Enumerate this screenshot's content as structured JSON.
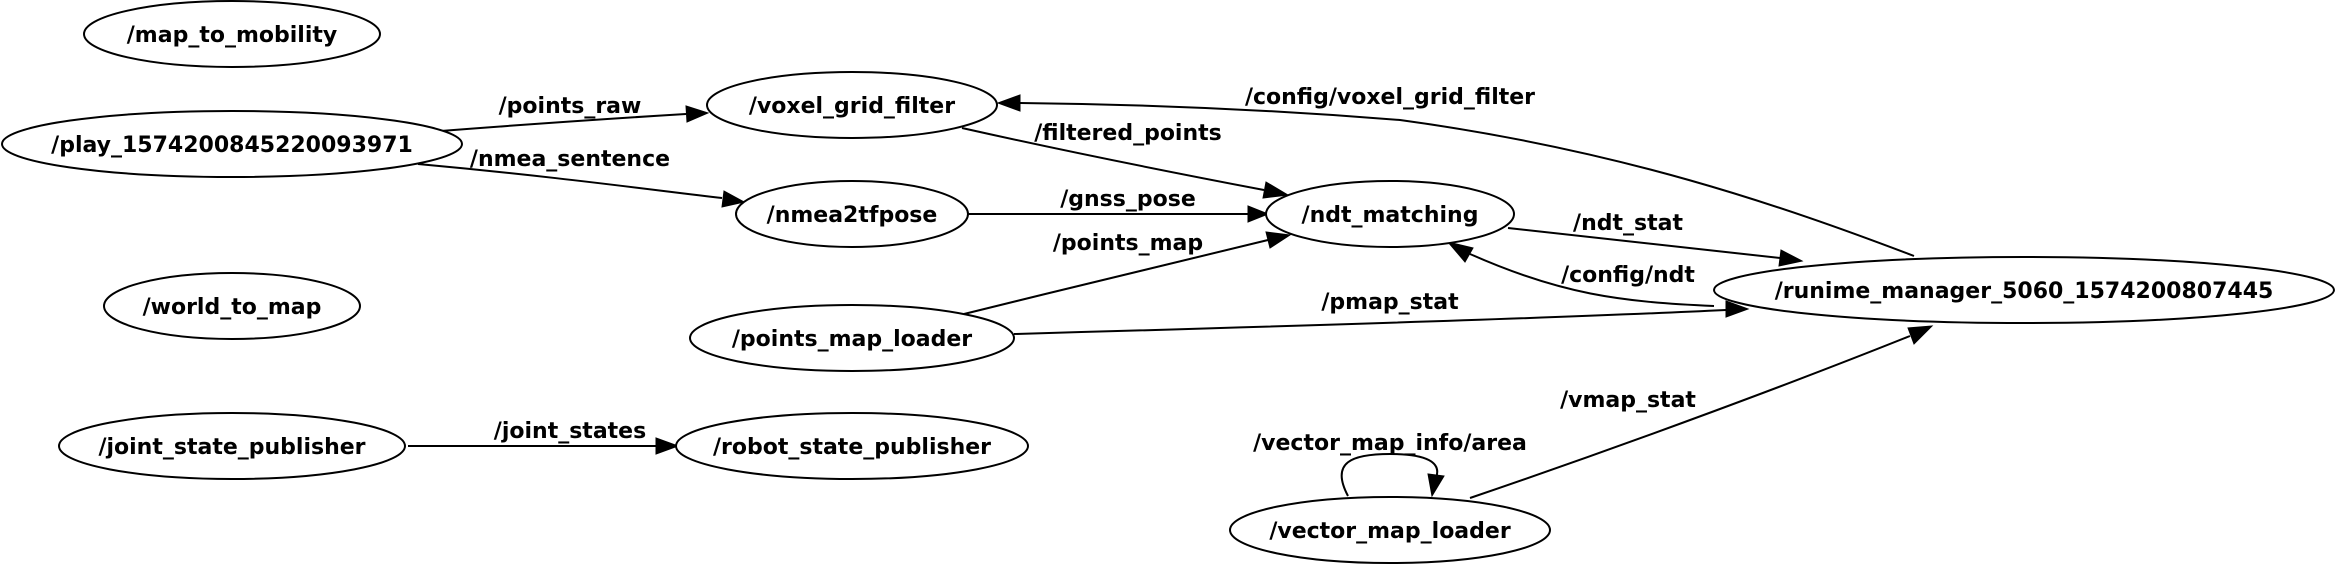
{
  "nodes": {
    "map_to_mobility": "/map_to_mobility",
    "play": "/play_1574200845220093971",
    "voxel_grid_filter": "/voxel_grid_filter",
    "nmea2tfpose": "/nmea2tfpose",
    "ndt_matching": "/ndt_matching",
    "runtime_manager": "/runime_manager_5060_1574200807445",
    "world_to_map": "/world_to_map",
    "points_map_loader": "/points_map_loader",
    "joint_state_publisher": "/joint_state_publisher",
    "robot_state_publisher": "/robot_state_publisher",
    "vector_map_loader": "/vector_map_loader"
  },
  "edges": [
    {
      "from": "play",
      "to": "voxel_grid_filter",
      "label": "/points_raw"
    },
    {
      "from": "play",
      "to": "nmea2tfpose",
      "label": "/nmea_sentence"
    },
    {
      "from": "voxel_grid_filter",
      "to": "ndt_matching",
      "label": "/filtered_points"
    },
    {
      "from": "nmea2tfpose",
      "to": "ndt_matching",
      "label": "/gnss_pose"
    },
    {
      "from": "points_map_loader",
      "to": "ndt_matching",
      "label": "/points_map"
    },
    {
      "from": "runtime_manager",
      "to": "voxel_grid_filter",
      "label": "/config/voxel_grid_filter"
    },
    {
      "from": "ndt_matching",
      "to": "runtime_manager",
      "label": "/ndt_stat"
    },
    {
      "from": "runtime_manager",
      "to": "ndt_matching",
      "label": "/config/ndt"
    },
    {
      "from": "points_map_loader",
      "to": "runtime_manager",
      "label": "/pmap_stat"
    },
    {
      "from": "joint_state_publisher",
      "to": "robot_state_publisher",
      "label": "/joint_states"
    },
    {
      "from": "vector_map_loader",
      "to": "runtime_manager",
      "label": "/vmap_stat"
    },
    {
      "from": "vector_map_loader",
      "to": "vector_map_loader",
      "label": "/vector_map_info/area"
    }
  ]
}
